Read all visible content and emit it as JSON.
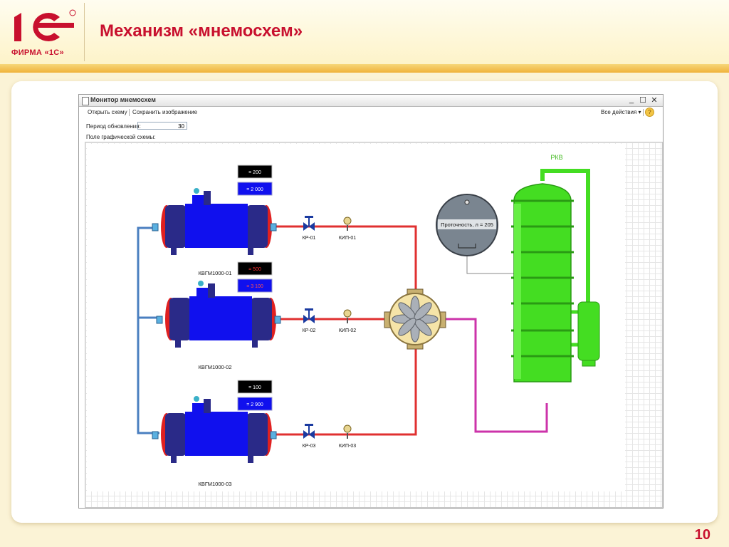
{
  "slide": {
    "title": "Механизм «мнемосхем»",
    "page_number": "10",
    "logo_text": "ФИРМА «1С»"
  },
  "window": {
    "title": "Монитор мнемосхем",
    "controls": [
      "_",
      "☐",
      "✕"
    ]
  },
  "toolbar": {
    "open_label": "Открыть схему",
    "save_label": "Сохранить изображение",
    "all_actions_label": "Все действия ▾",
    "help_label": "?"
  },
  "form": {
    "period_label": "Период обновления:",
    "period_value": "30",
    "field_label": "Поле графической схемы:"
  },
  "scheme": {
    "boilers": [
      {
        "label": "КВГМ1000-01",
        "value1": "= 200",
        "value2": "= 2 000"
      },
      {
        "label": "КВГМ1000-02",
        "value1": "= 500",
        "value2": "= 3 100"
      },
      {
        "label": "КВГМ1000-03",
        "value1": "= 100",
        "value2": "= 2 900"
      }
    ],
    "valves": [
      "КР-01",
      "КР-02",
      "КР-03"
    ],
    "gauges": [
      "КИП-01",
      "КИП-02",
      "КИП-03"
    ],
    "flow_meter": "Проточность, л = 205",
    "column_label": "РКВ",
    "colors": {
      "boiler_body": "#1010ee",
      "boiler_end": "#2a2a88",
      "boiler_cap": "#e02020",
      "hot_pipe": "#e03030",
      "return_pipe": "#4a7fc0",
      "outlet_pipe": "#cc33aa",
      "column": "#44dd22",
      "value_box1": "#000000",
      "value_box2": "#1010ee"
    }
  }
}
